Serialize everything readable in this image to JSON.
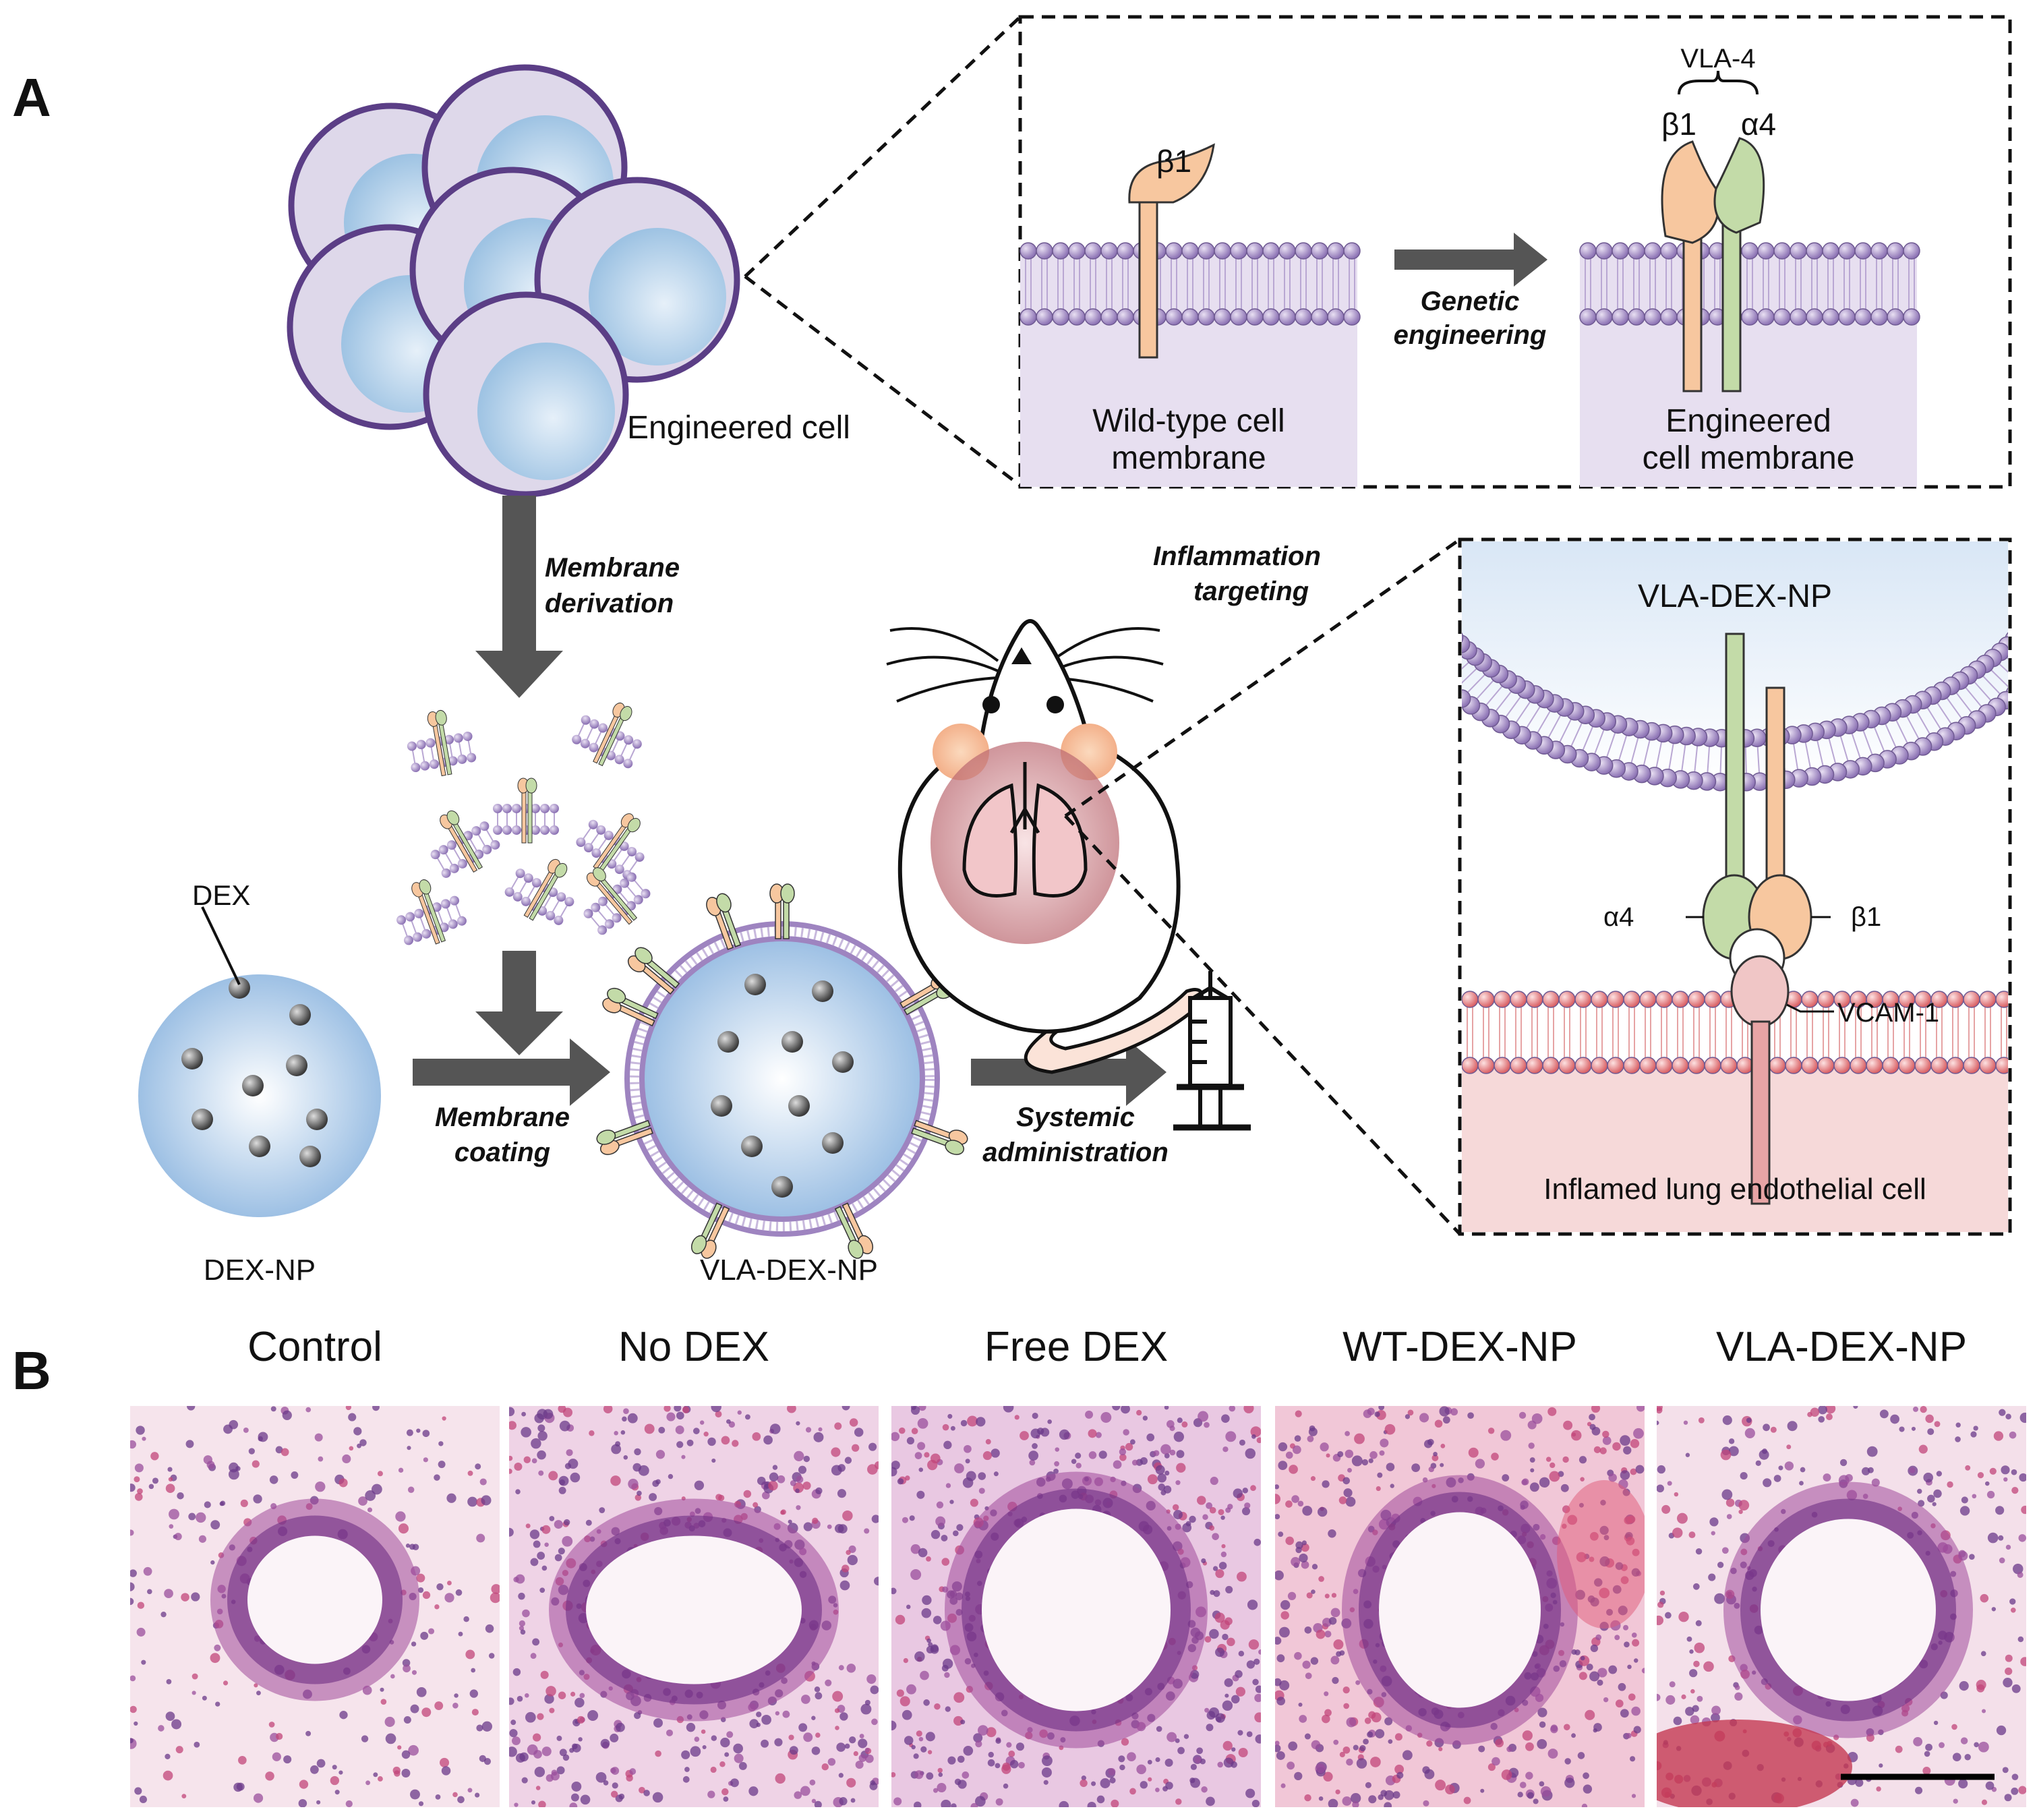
{
  "panel_a": {
    "letter": "A",
    "engineered_cell_label": "Engineered cell",
    "membrane_derivation": [
      "Membrane",
      "derivation"
    ],
    "membrane_coating": [
      "Membrane",
      "coating"
    ],
    "systemic_administration": [
      "Systemic",
      "administration"
    ],
    "inflammation_targeting": [
      "Inflammation",
      "targeting"
    ],
    "dex_label": "DEX",
    "dex_np_label": "DEX-NP",
    "vla_dex_np_label": "VLA-DEX-NP",
    "inset_membrane": {
      "vla4": "VLA-4",
      "b1": "β1",
      "a4": "α4",
      "b1_wildtype": "β1",
      "genetic_engineering": [
        "Genetic",
        "engineering"
      ],
      "wildtype": [
        "Wild-type cell",
        "membrane"
      ],
      "engineered": [
        "Engineered",
        "cell membrane"
      ]
    },
    "inset_binding": {
      "title": "VLA-DEX-NP",
      "a4": "α4",
      "b1": "β1",
      "vcam": "VCAM-1",
      "endothelial": "Inflamed lung endothelial cell"
    }
  },
  "panel_b": {
    "letter": "B",
    "panels": [
      {
        "title": "Control",
        "tint": "#f6e4ec"
      },
      {
        "title": "No DEX",
        "tint": "#efd3e6"
      },
      {
        "title": "Free DEX",
        "tint": "#e9c8e2"
      },
      {
        "title": "WT-DEX-NP",
        "tint": "#f1c7d7"
      },
      {
        "title": "VLA-DEX-NP",
        "tint": "#f4e0ea"
      }
    ]
  },
  "colors": {
    "arrow": "#555555",
    "lipid": "#9e84c0",
    "lipid_red": "#e2787a",
    "beta1": "#f7c79f",
    "alpha4": "#c3dba8",
    "cell_fill": "#ddd6e8",
    "cell_core": "#b5cfe6",
    "tissue_bg": "#f2dde6",
    "tissue_dot": "#6b3a8a"
  },
  "icons": [
    "cell-cluster-icon",
    "mouse-icon",
    "syringe-icon",
    "nanoparticle-icon",
    "lung-icon"
  ]
}
